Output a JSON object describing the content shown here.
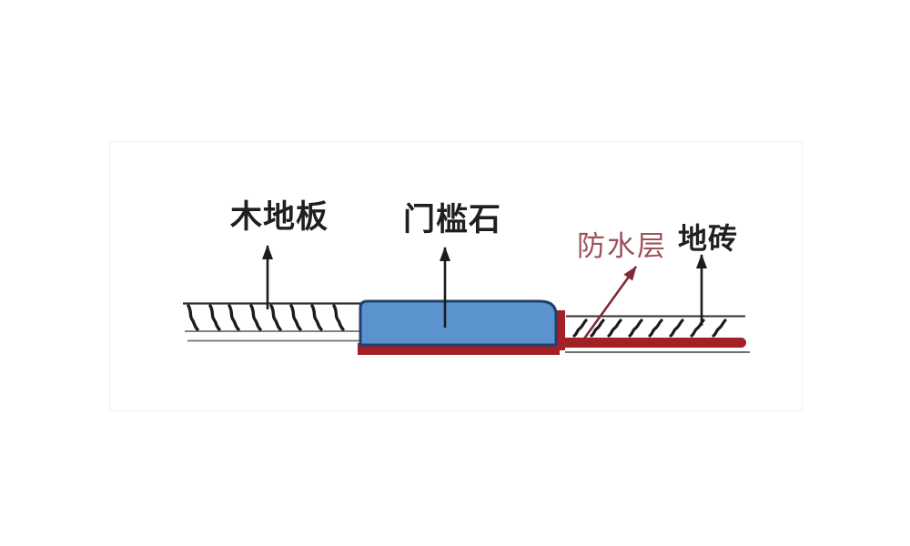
{
  "diagram": {
    "title_hint": "threshold-stone-waterproofing-section",
    "labels": {
      "wood_floor": "木地板",
      "threshold_stone": "门槛石",
      "waterproof_layer": "防水层",
      "floor_tile": "地砖"
    },
    "colors": {
      "background": "#ffffff",
      "label_text": "#1f1f1f",
      "waterproof_label_text": "#9e515a",
      "stone_fill": "#5b93cf",
      "stone_border": "#20406b",
      "waterproof_red": "#a32126",
      "arrow_black": "#1c1c1c",
      "arrow_red": "#7e2b38",
      "line_dark": "#2f2f2f",
      "line_gray": "#707070"
    }
  }
}
